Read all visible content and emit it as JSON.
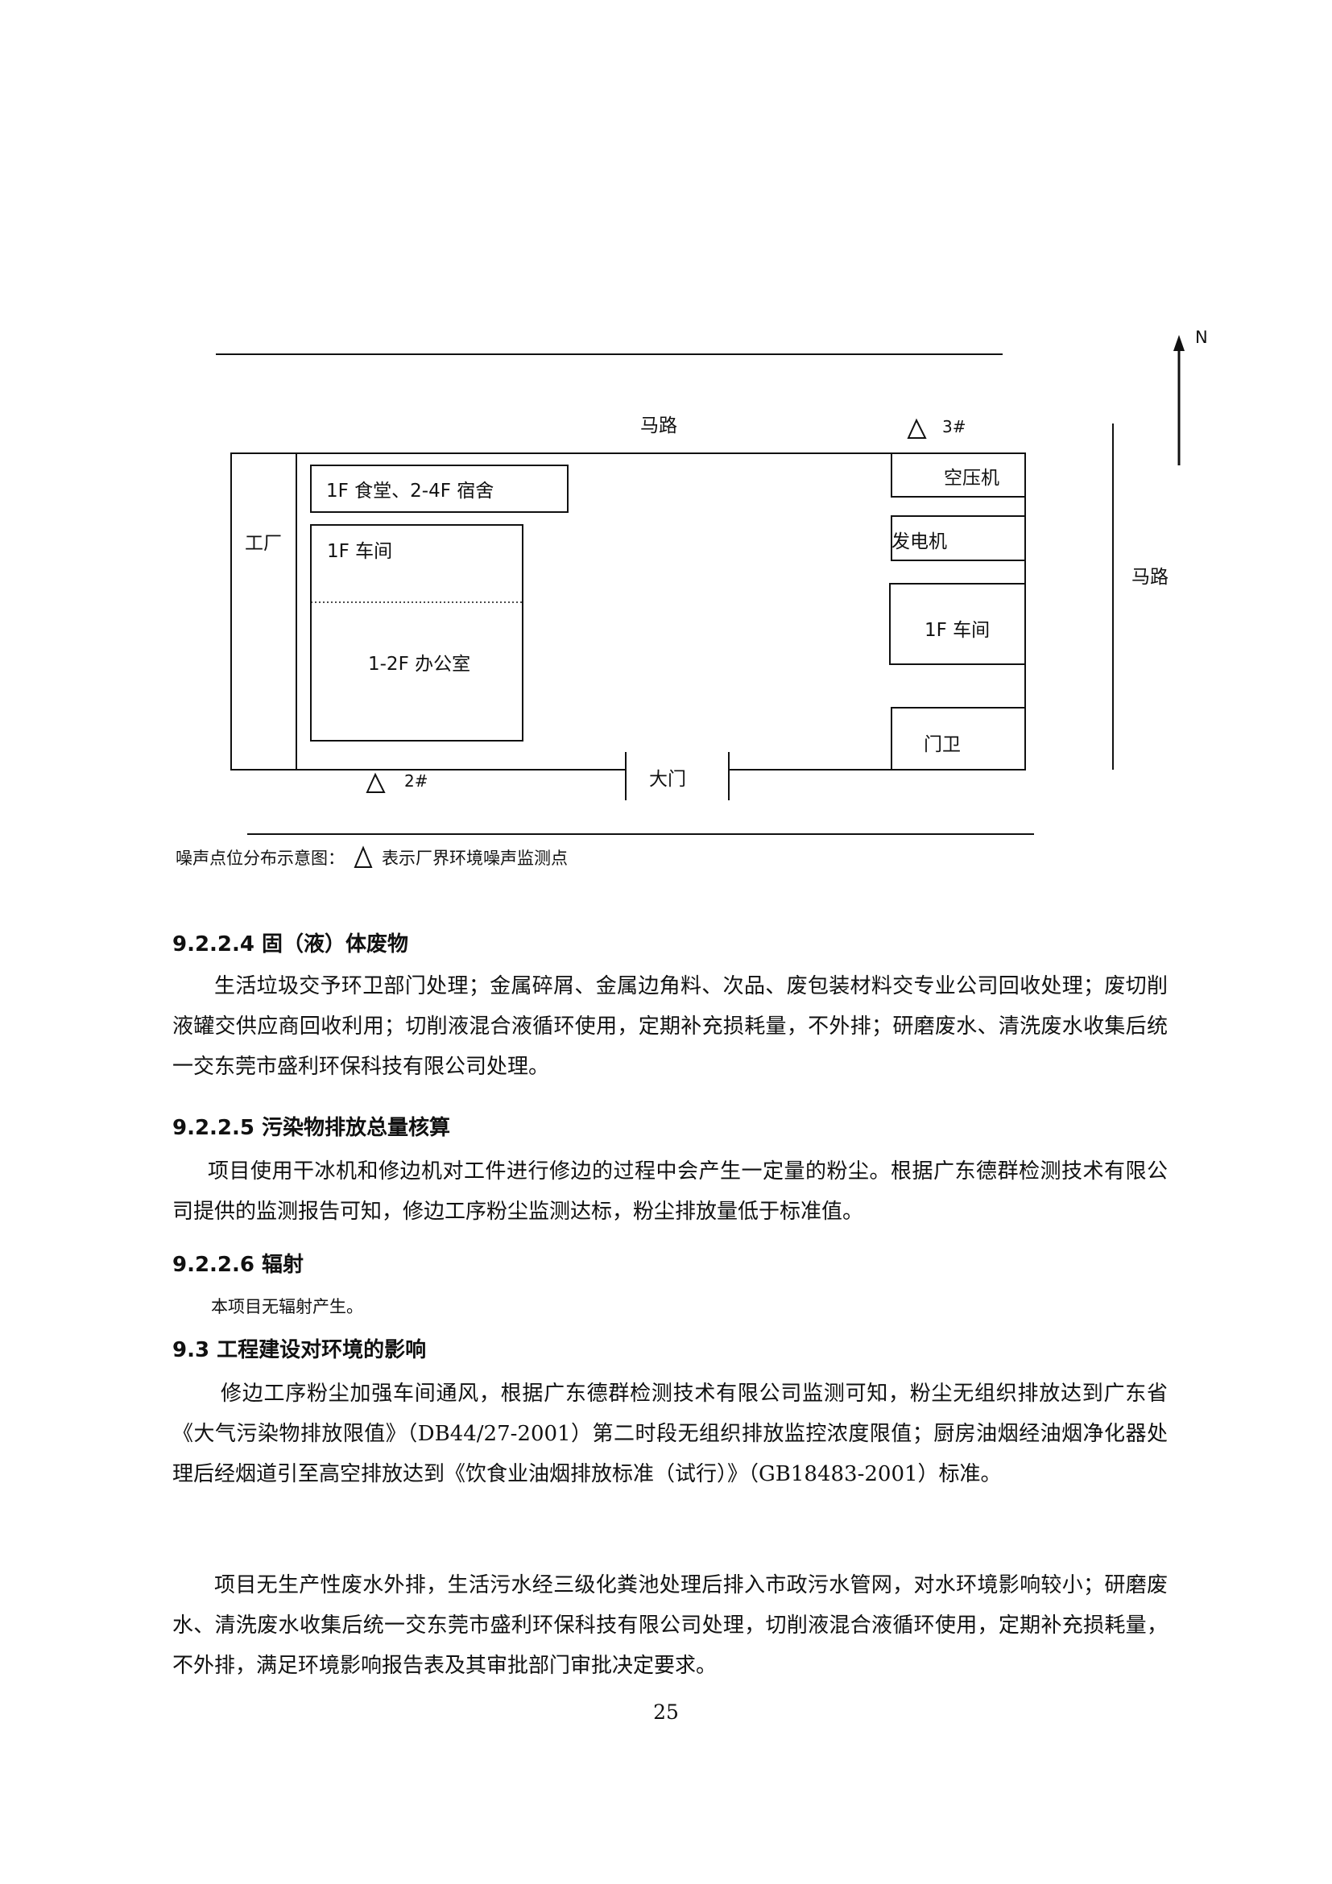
{
  "diagram": {
    "road_top": "马路",
    "road_right": "马路",
    "factory_left": "工厂",
    "north": "N",
    "canteen_dorm": "1F 食堂、2-4F 宿舍",
    "workshop_left": "1F  车间",
    "office": "1-2F 办公室",
    "air_compressor": "空压机",
    "generator": "发电机",
    "workshop_right": "1F 车间",
    "guard": "门卫",
    "main_gate": "大门",
    "point_2": "2#",
    "point_3": "3#"
  },
  "caption": {
    "prefix": "噪声点位分布示意图：",
    "suffix": "表示厂界环境噪声监测点"
  },
  "sections": {
    "s9224_title": "9.2.2.4 固（液）体废物",
    "s9224_body": "生活垃圾交予环卫部门处理；金属碎屑、金属边角料、次品、废包装材料交专业公司回收处理；废切削液罐交供应商回收利用；切削液混合液循环使用，定期补充损耗量，不外排；研磨废水、清洗废水收集后统一交东莞市盛利环保科技有限公司处理。",
    "s9225_title": "9.2.2.5 污染物排放总量核算",
    "s9225_body": "项目使用干冰机和修边机对工件进行修边的过程中会产生一定量的粉尘。根据广东德群检测技术有限公司提供的监测报告可知，修边工序粉尘监测达标，粉尘排放量低于标准值。",
    "s9226_title": "9.2.2.6 辐射",
    "s9226_body": "本项目无辐射产生。",
    "s93_title": "9.3 工程建设对环境的影响",
    "s93_body1": "修边工序粉尘加强车间通风，根据广东德群检测技术有限公司监测可知，粉尘无组织排放达到广东省《大气污染物排放限值》（DB44/27-2001）第二时段无组织排放监控浓度限值；厨房油烟经油烟净化器处理后经烟道引至高空排放达到《饮食业油烟排放标准（试行）》（GB18483-2001）标准。",
    "s93_body2": "项目无生产性废水外排，生活污水经三级化粪池处理后排入市政污水管网，对水环境影响较小；研磨废水、清洗废水收集后统一交东莞市盛利环保科技有限公司处理，切削液混合液循环使用，定期补充损耗量，不外排，满足环境影响报告表及其审批部门审批决定要求。"
  },
  "page_number": "25"
}
